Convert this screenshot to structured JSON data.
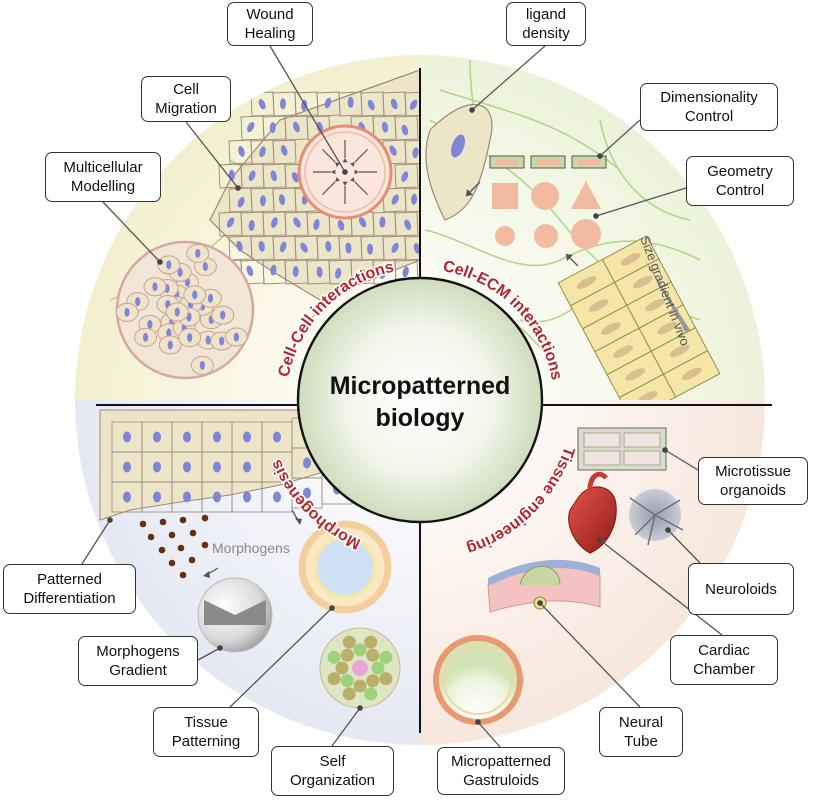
{
  "center": {
    "line1": "Micropatterned",
    "line2": "biology"
  },
  "sectors": {
    "cell_cell": "Cell-Cell interactions",
    "cell_ecm": "Cell-ECM interactions",
    "morphogenesis": "Morphogenesis",
    "tissue_engineering": "Tissue engineering"
  },
  "inner_labels": {
    "morphogens": "Morphogens",
    "size_gradient": "Size gradient in vivo"
  },
  "callouts": {
    "wound_healing": [
      "Wound",
      "Healing"
    ],
    "ligand_density": [
      "ligand",
      "density"
    ],
    "cell_migration": [
      "Cell",
      "Migration"
    ],
    "dimensionality_control": [
      "Dimensionality",
      "Control"
    ],
    "multicellular_modelling": [
      "Multicellular",
      "Modelling"
    ],
    "geometry_control": [
      "Geometry",
      "Control"
    ],
    "microtissue_organoids": [
      "Microtissue",
      "organoids"
    ],
    "neuroloids": [
      "Neuroloids"
    ],
    "patterned_differentiation": [
      "Patterned",
      "Differentiation"
    ],
    "morphogens_gradient": [
      "Morphogens",
      "Gradient"
    ],
    "cardiac_chamber": [
      "Cardiac",
      "Chamber"
    ],
    "tissue_patterning": [
      "Tissue",
      "Patterning"
    ],
    "neural_tube": [
      "Neural",
      "Tube"
    ],
    "self_organization": [
      "Self",
      "Organization"
    ],
    "micropatterned_gastruloids": [
      "Micropatterned",
      "Gastruloids"
    ]
  },
  "colors": {
    "sector_label": "#b3262a",
    "cell_fill": "#ece5c8",
    "cell_edge": "#9b8a79",
    "nucleus": "#7d86d8",
    "fiber": "#b4d68b",
    "shape_fill": "#f2bba1",
    "heart": "#c9302c"
  }
}
